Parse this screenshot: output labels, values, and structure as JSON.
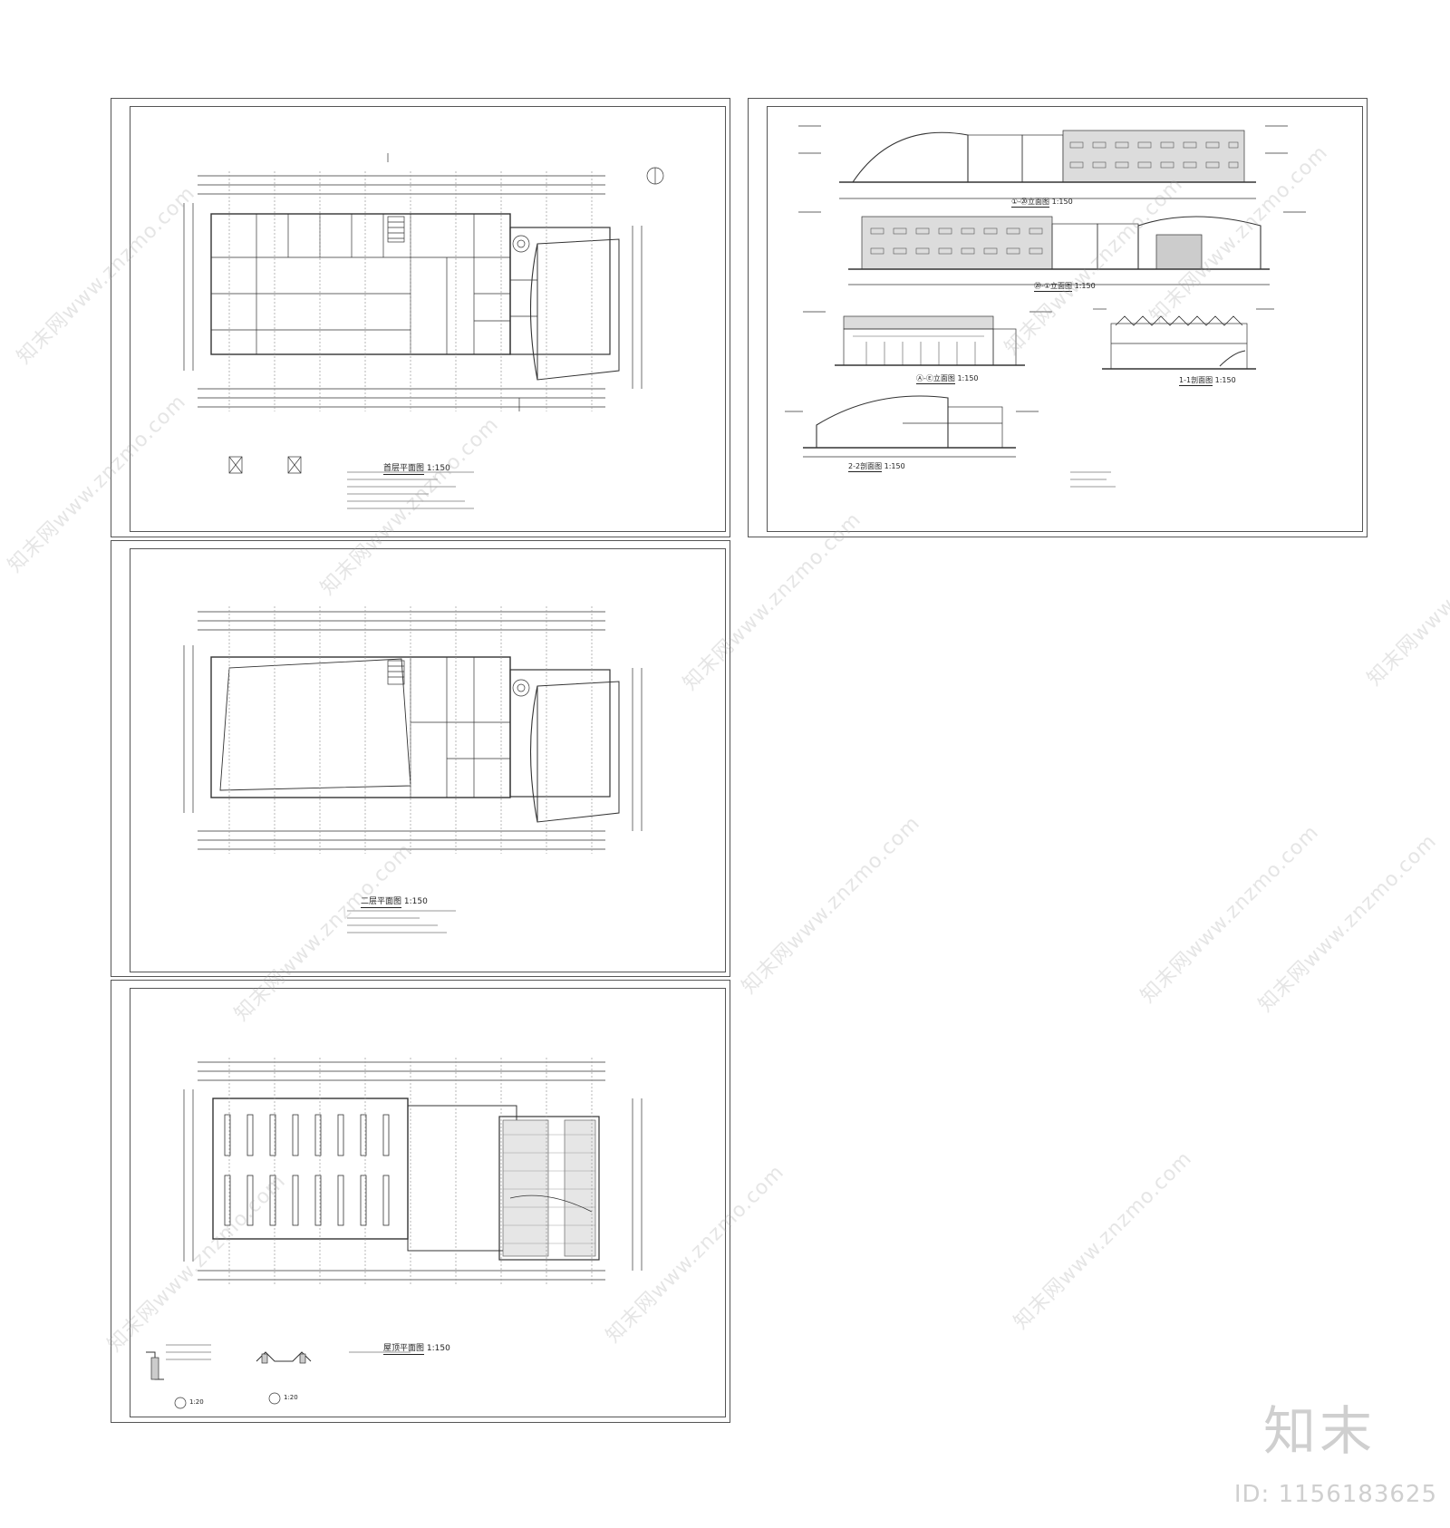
{
  "watermark": {
    "text": "知末网www.znzmo.com"
  },
  "branding": {
    "logo_text": "知末",
    "asset_id": "ID: 1156183625"
  },
  "sheets": {
    "ground_floor_plan": {
      "title": "首层平面图",
      "scale": "1:150"
    },
    "second_floor_plan": {
      "title": "二层平面图",
      "scale": "1:150"
    },
    "roof_plan": {
      "title": "屋顶平面图",
      "scale": "1:150",
      "detail_1_scale": "1:20",
      "detail_2_scale": "1:20"
    },
    "elevations": {
      "elevation_a_title": "①-⑳立面图",
      "elevation_a_scale": "1:150",
      "elevation_b_title": "⑳-①立面图",
      "elevation_b_scale": "1:150",
      "elevation_c_title": "Ⓐ-Ⓔ立面图",
      "elevation_c_scale": "1:150",
      "section_1_title": "1-1剖面图",
      "section_1_scale": "1:150",
      "section_2_title": "2-2剖面图",
      "section_2_scale": "1:150"
    }
  }
}
